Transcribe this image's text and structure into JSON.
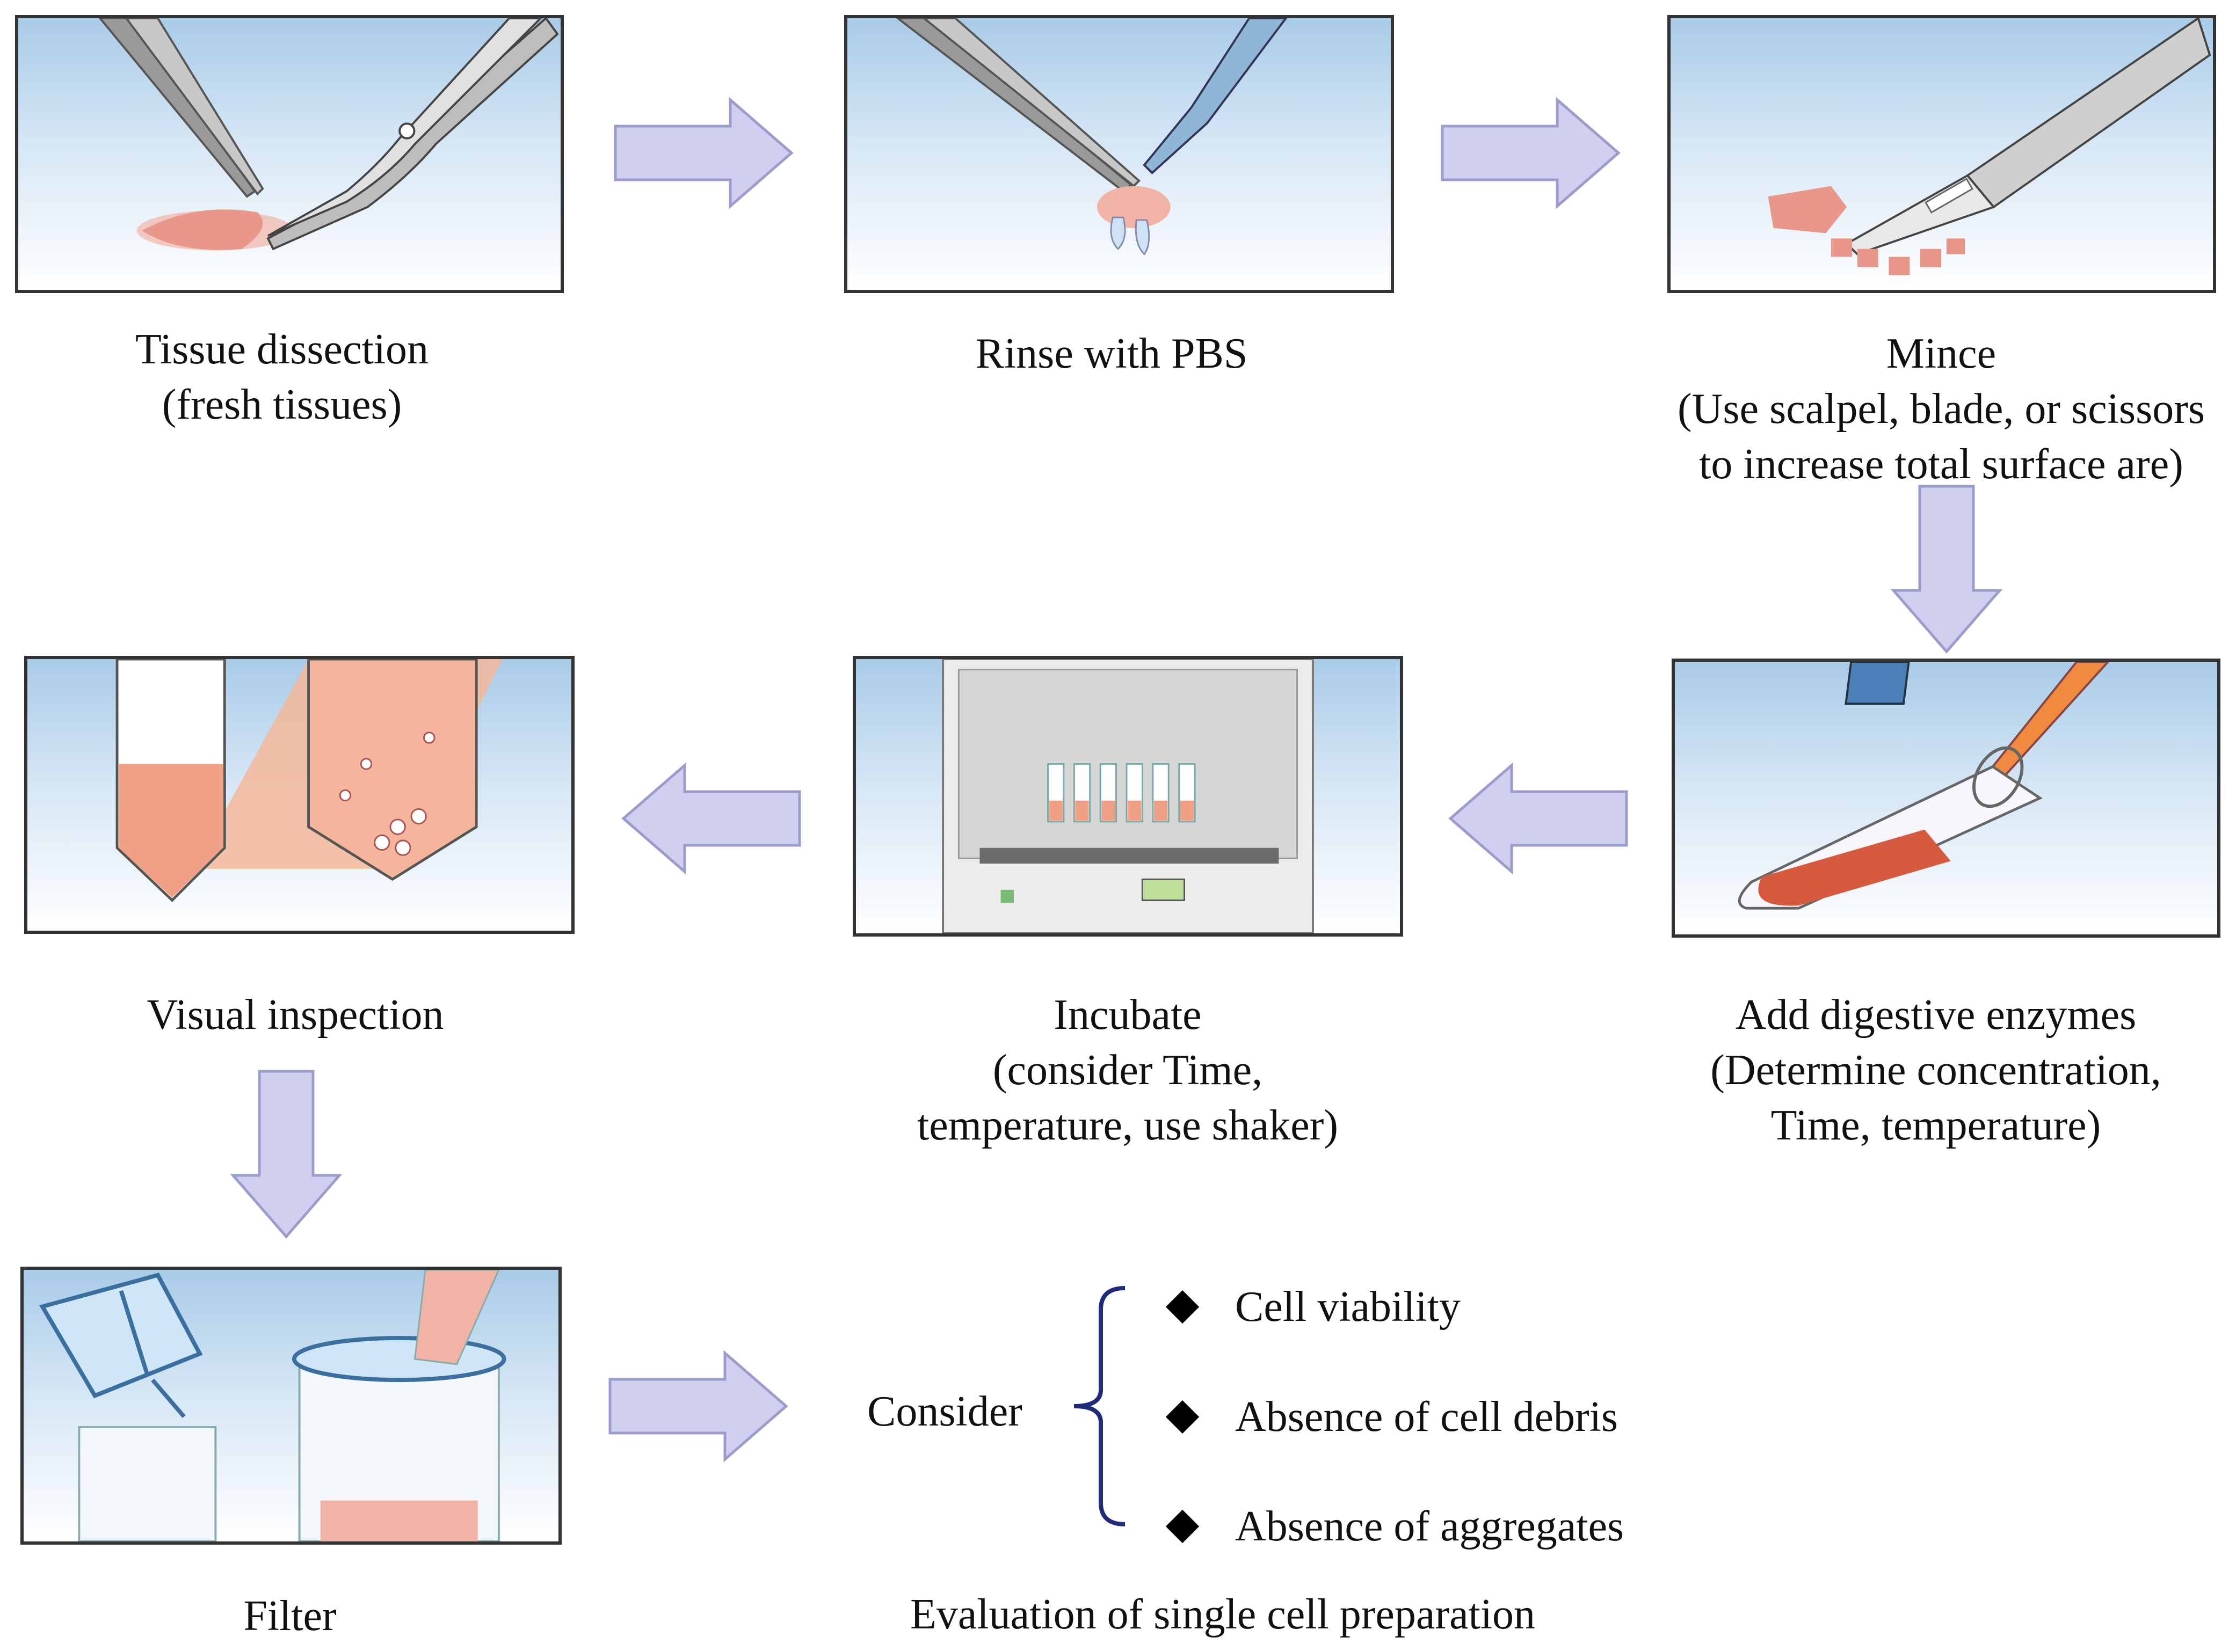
{
  "steps": {
    "dissection": {
      "line1": "Tissue dissection",
      "line2": "(fresh tissues)"
    },
    "rinse": {
      "line1": "Rinse with PBS"
    },
    "mince": {
      "line1": "Mince",
      "line2": "(Use scalpel, blade, or scissors",
      "line3": "to increase total surface are)"
    },
    "enzymes": {
      "line1": "Add digestive enzymes",
      "line2": "(Determine concentration,",
      "line3": "Time, temperature)"
    },
    "incubate": {
      "line1": "Incubate",
      "line2": "(consider Time,",
      "line3": "temperature, use shaker)"
    },
    "inspection": {
      "line1": "Visual inspection"
    },
    "filter": {
      "line1": "Filter"
    }
  },
  "evaluation": {
    "consider": "Consider",
    "items": [
      "Cell viability",
      "Absence of cell debris",
      "Absence of aggregates"
    ],
    "title": "Evaluation of single cell preparation"
  },
  "colors": {
    "arrow_fill": "#cfcfef",
    "arrow_stroke": "#9a9ccc",
    "brace": "#1f2a7a",
    "tissue": "#f0a79a"
  }
}
